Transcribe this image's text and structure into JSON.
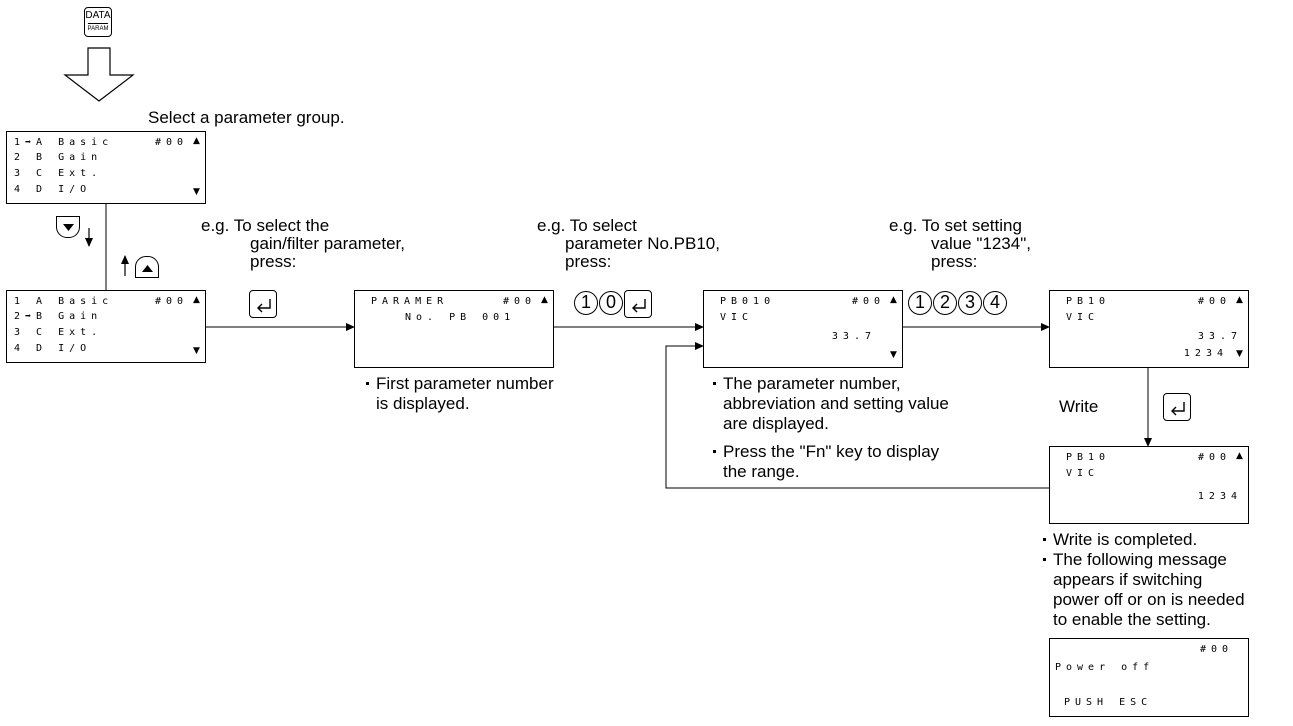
{
  "data_key": {
    "top": "DATA",
    "bottom": "PARAM"
  },
  "instructions": {
    "select_group": "Select a parameter group.",
    "gain_eg": [
      "e.g. To select the",
      "gain/filter parameter,",
      "press:"
    ],
    "param_eg": [
      "e.g. To select",
      "parameter No.PB10,",
      "press:"
    ],
    "value_eg": [
      "e.g. To set setting",
      "value \"1234\",",
      "press:"
    ],
    "write_label": "Write"
  },
  "keys": {
    "param_digits": [
      "1",
      "0"
    ],
    "value_digits": [
      "1",
      "2",
      "3",
      "4"
    ],
    "down_icon": "down-triangle-icon",
    "up_icon": "up-triangle-icon",
    "enter_icon": "enter-return-icon"
  },
  "screens": {
    "group_menu_1": {
      "rows": [
        "1➡A Basic",
        "2 B Gain",
        "3 C Ext.",
        "4 D I/O"
      ],
      "station": "#00"
    },
    "group_menu_2": {
      "rows": [
        "1 A Basic",
        "2➡B Gain",
        "3 C Ext.",
        "4 D I/O"
      ],
      "station": "#00"
    },
    "parameter_first": {
      "line1": "PARAMER",
      "line2": "No. PB 001",
      "station": "#00"
    },
    "parameter_pb010": {
      "line1": "PB010",
      "line2": "VIC",
      "value": "33.7",
      "station": "#00"
    },
    "parameter_edit": {
      "line1": "PB10",
      "line2": "VIC",
      "value": "33.7",
      "new_value": "1234",
      "station": "#00"
    },
    "parameter_written": {
      "line1": "PB10",
      "line2": "VIC",
      "value": "1234",
      "station": "#00"
    },
    "power_off": {
      "station": "#00",
      "line1": "Power off",
      "line2": "PUSH ESC"
    }
  },
  "notes": {
    "first_param": [
      "First parameter number",
      "is displayed."
    ],
    "param_display": [
      "The parameter number,",
      "abbreviation and setting value",
      "are displayed."
    ],
    "fn_key": [
      "Press the \"Fn\" key to display",
      "the range."
    ],
    "write_complete": "Write is completed.",
    "power_message": [
      "The following message",
      "appears if switching",
      "power off or on is needed",
      "to enable the setting."
    ]
  }
}
